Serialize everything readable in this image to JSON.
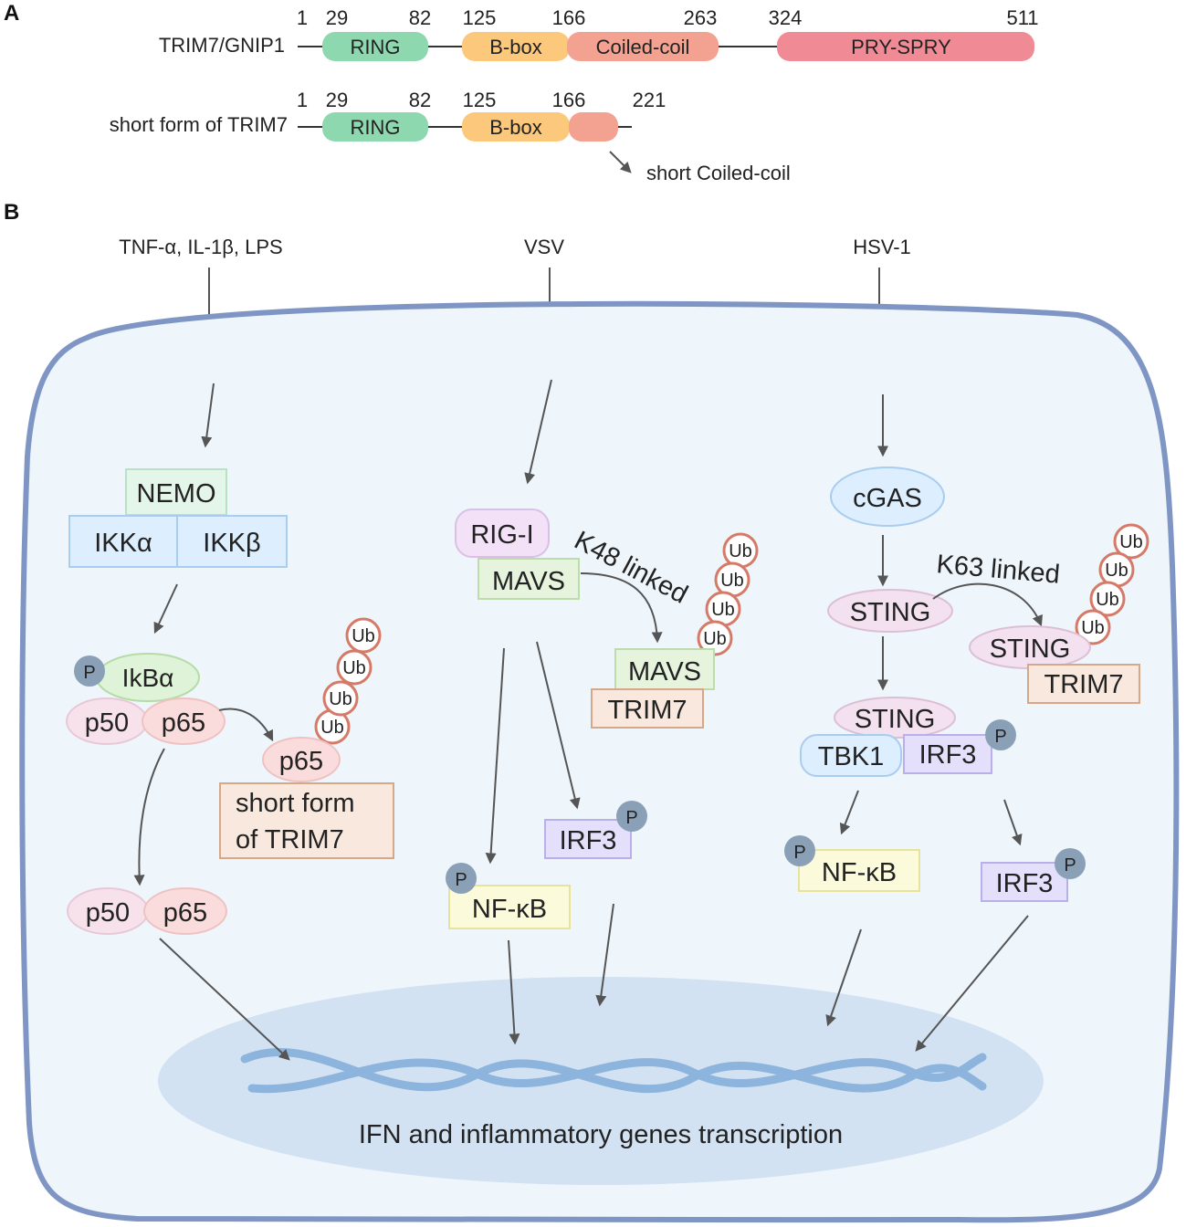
{
  "panel_a": {
    "label": "A",
    "full": {
      "name": "TRIM7/GNIP1",
      "positions": [
        "1",
        "29",
        "82",
        "125",
        "166",
        "263",
        "324",
        "511"
      ],
      "domains": [
        "RING",
        "B-box",
        "Coiled-coil",
        "PRY-SPRY"
      ]
    },
    "short": {
      "name": "short form of TRIM7",
      "positions": [
        "1",
        "29",
        "82",
        "125",
        "166",
        "221"
      ],
      "domains": [
        "RING",
        "B-box"
      ],
      "cc_note": "short Coiled-coil"
    },
    "colors": {
      "ring": "#8ed8b0",
      "bbox": "#fcc87c",
      "coiled": "#f3a190",
      "pryspry": "#f08a94"
    }
  },
  "panel_b": {
    "label": "B",
    "stimuli": {
      "left": "TNF-α, IL-1β, LPS",
      "middle": "VSV",
      "right": "HSV-1"
    },
    "left": {
      "nemo": "NEMO",
      "ikka": "IKKα",
      "ikkb": "IKKβ",
      "p": "P",
      "ikba": "IkBα",
      "p50": "p50",
      "p65": "p65",
      "ub": [
        "Ub",
        "Ub",
        "Ub",
        "Ub"
      ],
      "p65_target": "p65",
      "short_trim7": [
        "short form",
        "of TRIM7"
      ],
      "p50_free": "p50",
      "p65_free": "p65"
    },
    "middle": {
      "rigi": "RIG-I",
      "mavs": "MAVS",
      "linkage": "K48 linked",
      "ub": [
        "Ub",
        "Ub",
        "Ub",
        "Ub"
      ],
      "mavs_target": "MAVS",
      "trim7": "TRIM7",
      "irf3": "IRF3",
      "p_irf3": "P",
      "nfkb": "NF-κB",
      "p_nfkb": "P"
    },
    "right": {
      "cgas": "cGAS",
      "sting": "STING",
      "linkage": "K63 linked",
      "ub": [
        "Ub",
        "Ub",
        "Ub",
        "Ub"
      ],
      "sting_target": "STING",
      "trim7": "TRIM7",
      "sting2": "STING",
      "tbk1": "TBK1",
      "irf3": "IRF3",
      "p_irf3": "P",
      "nfkb": "NF-κB",
      "p_nfkb": "P",
      "irf3_out": "IRF3",
      "p_irf3_out": "P"
    },
    "nucleus": "IFN and inflammatory genes transcription"
  }
}
